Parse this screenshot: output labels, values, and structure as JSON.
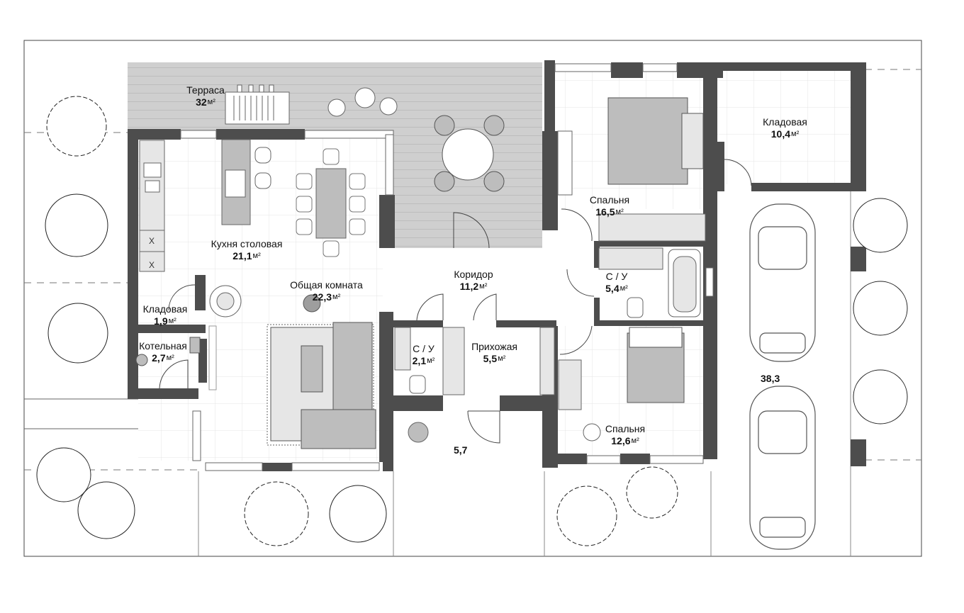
{
  "rooms": [
    {
      "name": "Терраса",
      "area": "32",
      "unit": "м²"
    },
    {
      "name": "Кухня  столовая",
      "area": "21,1",
      "unit": "м²"
    },
    {
      "name": "Общая  комната",
      "area": "22,3",
      "unit": "м²"
    },
    {
      "name": "Кладовая",
      "area": "1,9",
      "unit": "м²"
    },
    {
      "name": "Котельная",
      "area": "2,7",
      "unit": "м²"
    },
    {
      "name": "Коридор",
      "area": "11,2",
      "unit": "м²"
    },
    {
      "name": "С / У",
      "area": "2,1",
      "unit": "м²"
    },
    {
      "name": "Прихожая",
      "area": "5,5",
      "unit": "м²"
    },
    {
      "name": "Спальня",
      "area": "16,5",
      "unit": "м²"
    },
    {
      "name": "С / У",
      "area": "5,4",
      "unit": "м²"
    },
    {
      "name": "Спальня",
      "area": "12,6",
      "unit": "м²"
    },
    {
      "name": "Кладовая",
      "area": "10,4",
      "unit": "м²"
    }
  ],
  "porch_area": "5,7",
  "parking_area": "38,3",
  "colors": {
    "wall": "#4d4d4d",
    "furniture": "#bdbdbd",
    "terrace": "#cccccc",
    "line": "#555555"
  }
}
